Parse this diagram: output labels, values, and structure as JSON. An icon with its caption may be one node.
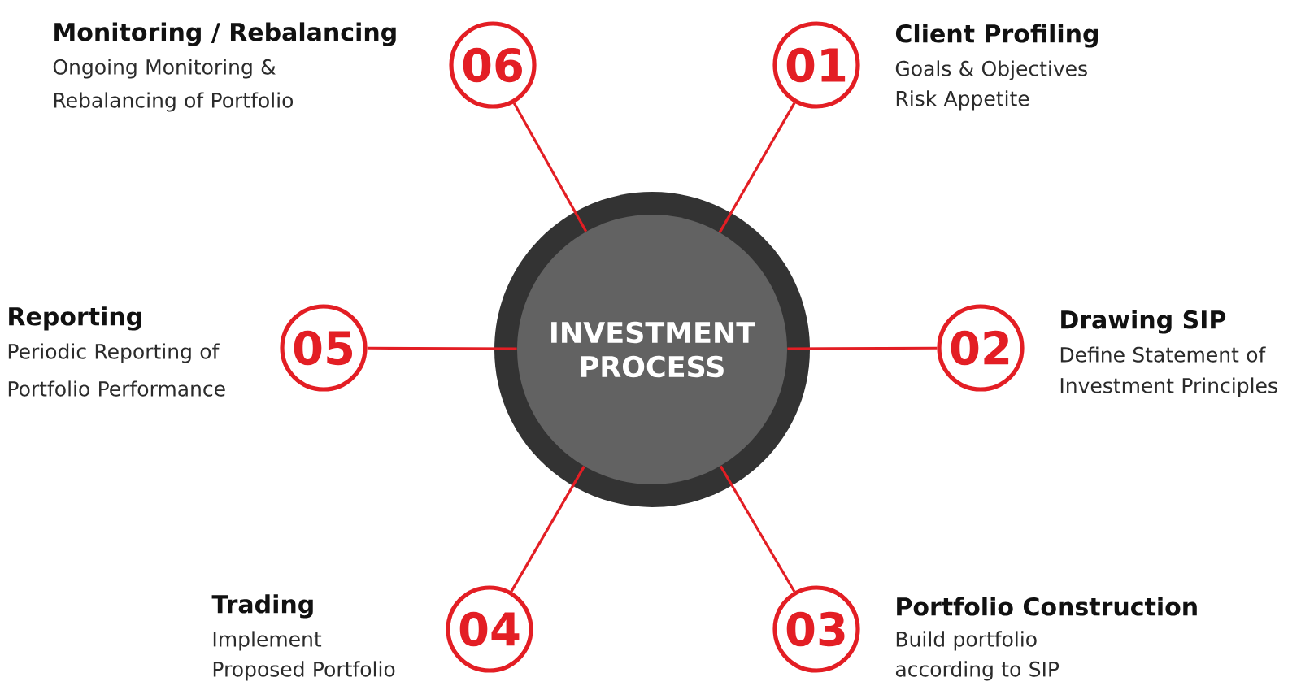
{
  "diagram": {
    "nodes": [
      {
        "text": [
          "INVESTMENT PROCESS"
        ]
      },
      {
        "text": [
          "01"
        ],
        "beside": [
          "Client Profiling",
          "Goals & Objectives",
          "Risk Appetite"
        ]
      },
      {
        "text": [
          "02"
        ],
        "beside": [
          "Drawing SIP",
          "Define Statement of Investment Principles"
        ]
      },
      {
        "text": [
          "03"
        ],
        "beside": [
          "Portfolio Construction",
          "Build portfolio according to SIP"
        ]
      },
      {
        "text": [
          "04"
        ],
        "beside": [
          "Trading",
          "Implement Proposed Portfolio"
        ]
      },
      {
        "text": [
          "05"
        ],
        "beside": [
          "Reporting",
          "Periodic Reporting of Portfolio Performance"
        ]
      },
      {
        "text": [
          "06"
        ],
        "beside": [
          "Monitoring / Rebalancing",
          "Ongoing Monitoring & Rebalancing of Portfolio"
        ]
      }
    ],
    "edges": [
      {
        "from": 0,
        "to": 1,
        "arrow": "none"
      },
      {
        "from": 0,
        "to": 2,
        "arrow": "none"
      },
      {
        "from": 0,
        "to": 3,
        "arrow": "none"
      },
      {
        "from": 0,
        "to": 4,
        "arrow": "none"
      },
      {
        "from": 0,
        "to": 5,
        "arrow": "none"
      },
      {
        "from": 0,
        "to": 6,
        "arrow": "none"
      }
    ]
  }
}
